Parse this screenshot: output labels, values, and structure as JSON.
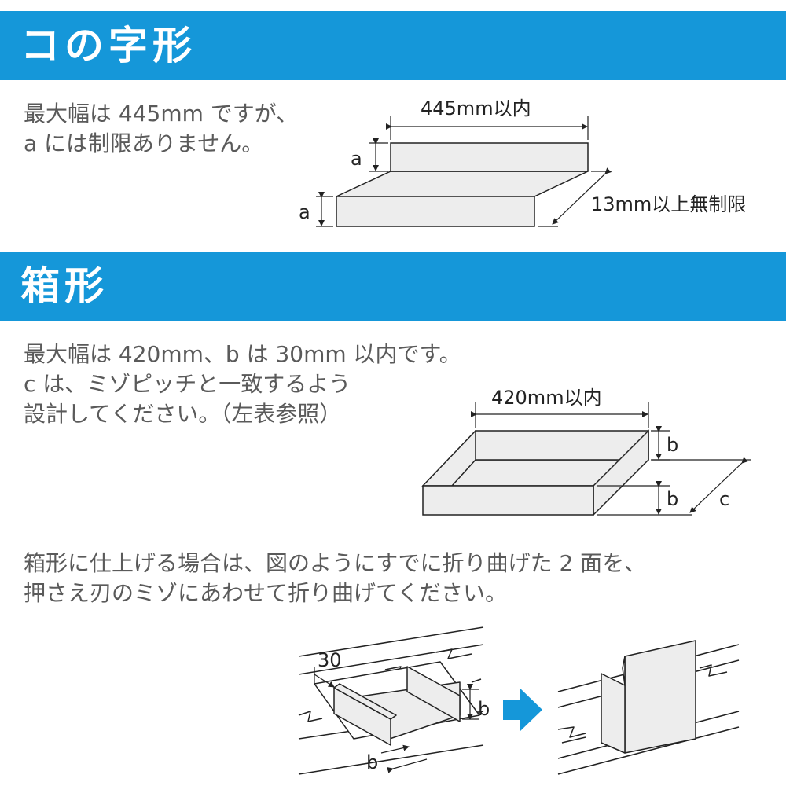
{
  "sections": [
    {
      "title": "コの字形",
      "lines": [
        "最大幅は 445mm ですが、",
        "a には制限ありません。"
      ],
      "labels": {
        "width": "445mm以内",
        "a_top": "a",
        "a_bottom": "a",
        "depth": "13mm以上無制限"
      }
    },
    {
      "title": "箱形",
      "lines": [
        "最大幅は 420mm、b は 30mm 以内です。",
        "c は、ミゾピッチと一致するよう",
        "設計してください。（左表参照）"
      ],
      "labels": {
        "width": "420mm以内",
        "b_top": "b",
        "b_bottom": "b",
        "c": "c"
      }
    }
  ],
  "folding": {
    "lines": [
      "箱形に仕上げる場合は、図のようにすでに折り曲げた 2 面を、",
      "押さえ刃のミゾにあわせて折り曲げてください。"
    ],
    "labels": {
      "thirty": "30",
      "b_side": "b",
      "b_bottom": "b"
    }
  },
  "colors": {
    "header": "#1597d9",
    "arrow": "#1597d9",
    "panel": "#ededed",
    "line": "#222222"
  }
}
